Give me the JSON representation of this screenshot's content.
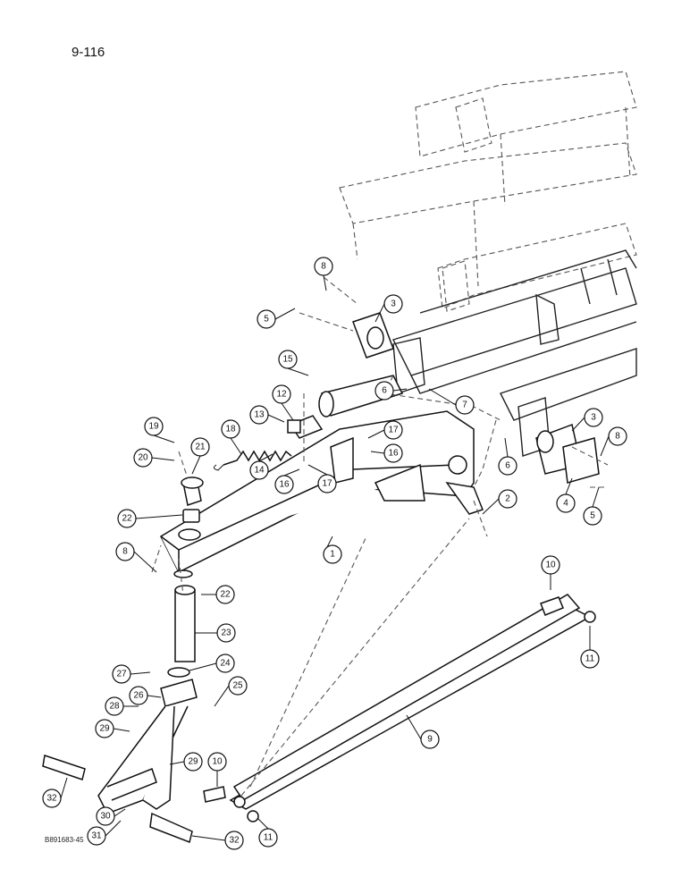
{
  "page_number": "9-116",
  "figure_code": "B891683-45",
  "callouts": [
    {
      "n": "1"
    },
    {
      "n": "2"
    },
    {
      "n": "3"
    },
    {
      "n": "3"
    },
    {
      "n": "4"
    },
    {
      "n": "5"
    },
    {
      "n": "5"
    },
    {
      "n": "6"
    },
    {
      "n": "6"
    },
    {
      "n": "7"
    },
    {
      "n": "8"
    },
    {
      "n": "8"
    },
    {
      "n": "8"
    },
    {
      "n": "9"
    },
    {
      "n": "10"
    },
    {
      "n": "10"
    },
    {
      "n": "11"
    },
    {
      "n": "11"
    },
    {
      "n": "12"
    },
    {
      "n": "13"
    },
    {
      "n": "14"
    },
    {
      "n": "15"
    },
    {
      "n": "16"
    },
    {
      "n": "16"
    },
    {
      "n": "17"
    },
    {
      "n": "17"
    },
    {
      "n": "18"
    },
    {
      "n": "19"
    },
    {
      "n": "20"
    },
    {
      "n": "21"
    },
    {
      "n": "22"
    },
    {
      "n": "22"
    },
    {
      "n": "23"
    },
    {
      "n": "24"
    },
    {
      "n": "25"
    },
    {
      "n": "26"
    },
    {
      "n": "27"
    },
    {
      "n": "28"
    },
    {
      "n": "29"
    },
    {
      "n": "29"
    },
    {
      "n": "30"
    },
    {
      "n": "31"
    },
    {
      "n": "32"
    },
    {
      "n": "32"
    }
  ]
}
